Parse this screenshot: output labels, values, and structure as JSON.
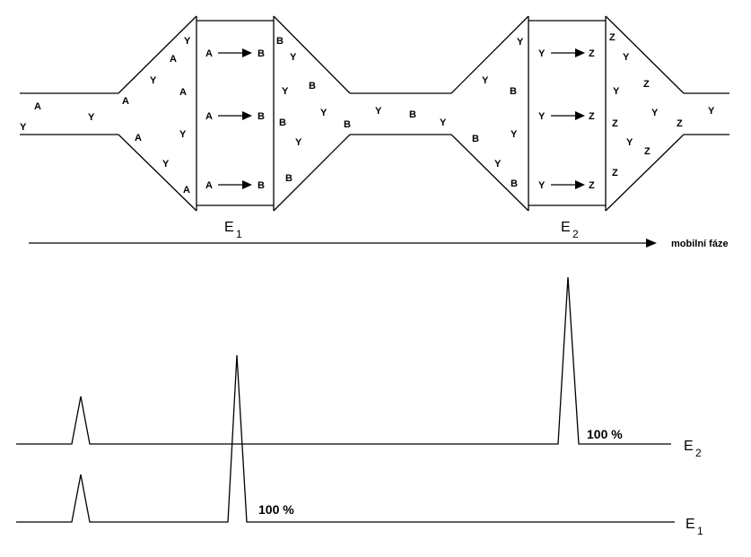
{
  "reactor": {
    "reactor1_label": "E",
    "reactor1_sub": "1",
    "reactor2_label": "E",
    "reactor2_sub": "2",
    "flow_label": "mobilní fáze",
    "reaction1": {
      "from": "A",
      "to": "B"
    },
    "reaction2": {
      "from": "Y",
      "to": "Z"
    },
    "particles": {
      "inlet": [
        "A",
        "Y",
        "Y"
      ],
      "cone1_in": [
        "Y",
        "A",
        "Y",
        "A",
        "A",
        "A",
        "Y",
        "Y",
        "A"
      ],
      "cone1_out": [
        "B",
        "Y",
        "Y",
        "B",
        "Y",
        "B",
        "B",
        "Y",
        "B"
      ],
      "mid": [
        "Y",
        "B",
        "Y"
      ],
      "cone2_in": [
        "Y",
        "Y",
        "B",
        "B",
        "Y",
        "Y",
        "B"
      ],
      "cone2_out": [
        "Z",
        "Y",
        "Y",
        "Z",
        "Z",
        "Y",
        "Y",
        "Z",
        "Z"
      ],
      "outlet": [
        "Z",
        "Y"
      ]
    }
  },
  "chromatogram": {
    "trace_top_label": "E",
    "trace_top_sub": "2",
    "trace_bottom_label": "E",
    "trace_bottom_sub": "1",
    "peak_top_label": "100 %",
    "peak_bottom_label": "100 %"
  }
}
